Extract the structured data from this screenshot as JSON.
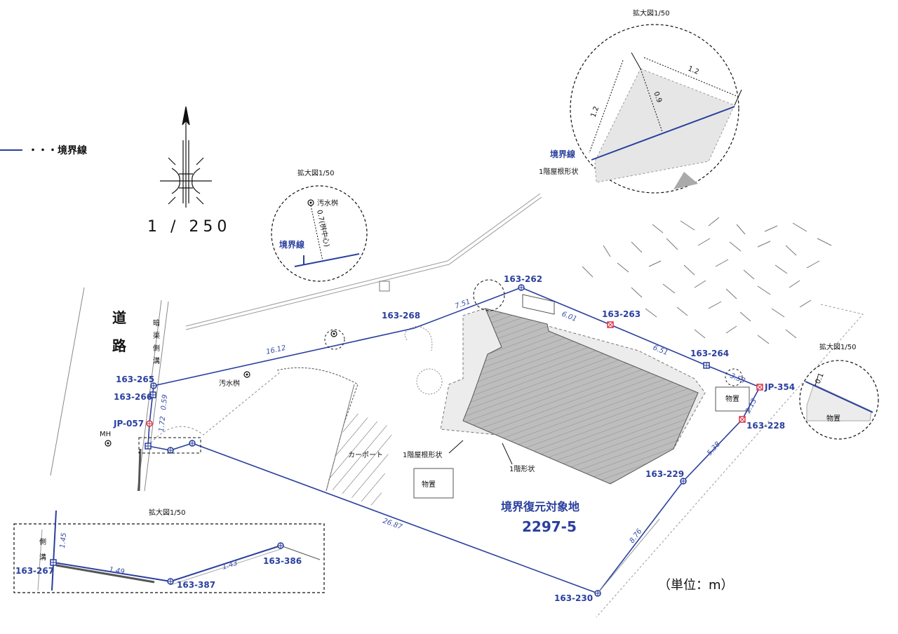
{
  "legend": {
    "line_label": "・・・境界線"
  },
  "scale": {
    "text": "1 / 250"
  },
  "road": {
    "char1": "道",
    "char2": "路",
    "gutter": [
      "暗",
      "渠",
      "側",
      "溝"
    ]
  },
  "insets": {
    "scale_label": "拡大図1/50",
    "top": {
      "left_dim": "1.2",
      "right_dim": "1.2",
      "mid_dim": "0.9",
      "boundary": "境界線",
      "roof": "1階屋根形状"
    },
    "left": {
      "sewer": "汚水桝",
      "dist": "0.7(桝中心)",
      "boundary": "境界線"
    },
    "right": {
      "dist": "0.1",
      "shed": "物置"
    },
    "bottom": {
      "gutter1": "側",
      "gutter2": "溝",
      "dim_vert": "1.45",
      "dim_a": "1.49",
      "dim_b": "1.43",
      "p267": "163-267",
      "p387": "163-387",
      "p386": "163-386"
    }
  },
  "points": {
    "p262": "163-262",
    "p263": "163-263",
    "p264": "163-264",
    "p265": "163-265",
    "p266": "163-266",
    "p268": "163-268",
    "p228": "163-228",
    "p229": "163-229",
    "p230": "163-230",
    "jp354": "JP-354",
    "jp057": "JP-057"
  },
  "dims": {
    "d1612": "16.12",
    "d751": "7.51",
    "d601": "6.01",
    "d651": "6.51",
    "d353": "3.53",
    "d213": "2.13",
    "d538": "5.38",
    "d876": "8.76",
    "d2687": "26.87",
    "d059": "0.59",
    "d172": "1.72"
  },
  "labels": {
    "mh": "MH",
    "sewer": "汚水桝",
    "carport": "カーポート",
    "roof": "1階屋根形状",
    "floor": "1階形状",
    "shed1": "物置",
    "shed2": "物置",
    "target1": "境界復元対象地",
    "target2": "2297-5",
    "unit": "（単位：m）"
  },
  "colors": {
    "boundary": "#2a3f9e",
    "marker_red": "#d9354a",
    "building": "#a9a9a9"
  }
}
